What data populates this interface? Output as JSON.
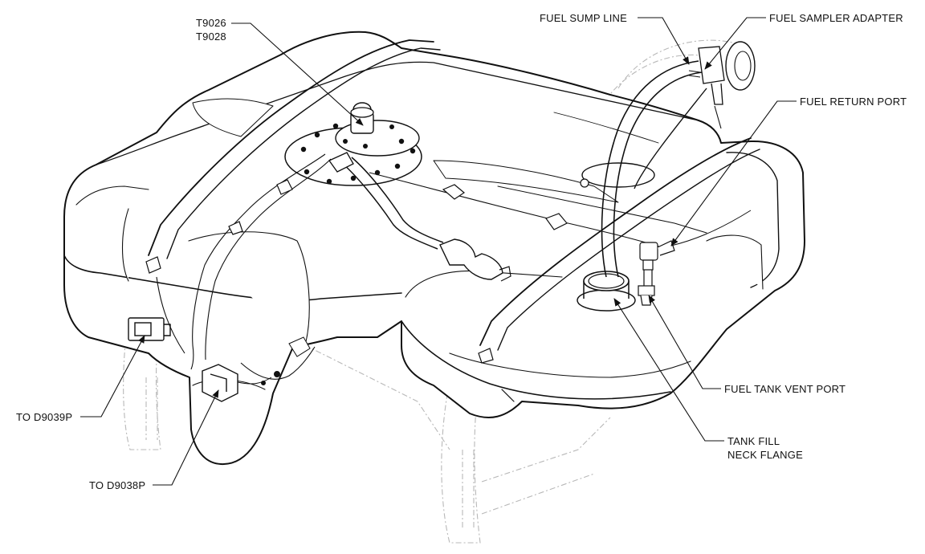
{
  "diagram": {
    "labels": {
      "t9026": "T9026",
      "t9028": "T9028",
      "fuel_sump_line": "FUEL SUMP LINE",
      "fuel_sampler_adapter": "FUEL SAMPLER ADAPTER",
      "fuel_return_port": "FUEL RETURN PORT",
      "fuel_tank_vent_port": "FUEL TANK VENT PORT",
      "tank_fill_line1": "TANK FILL",
      "tank_fill_line2": "NECK FLANGE",
      "to_d9039p": "TO D9039P",
      "to_d9038p": "TO D9038P"
    },
    "colors": {
      "ink": "#111111",
      "ghost": "#b8b8b8",
      "paper": "#ffffff"
    }
  }
}
